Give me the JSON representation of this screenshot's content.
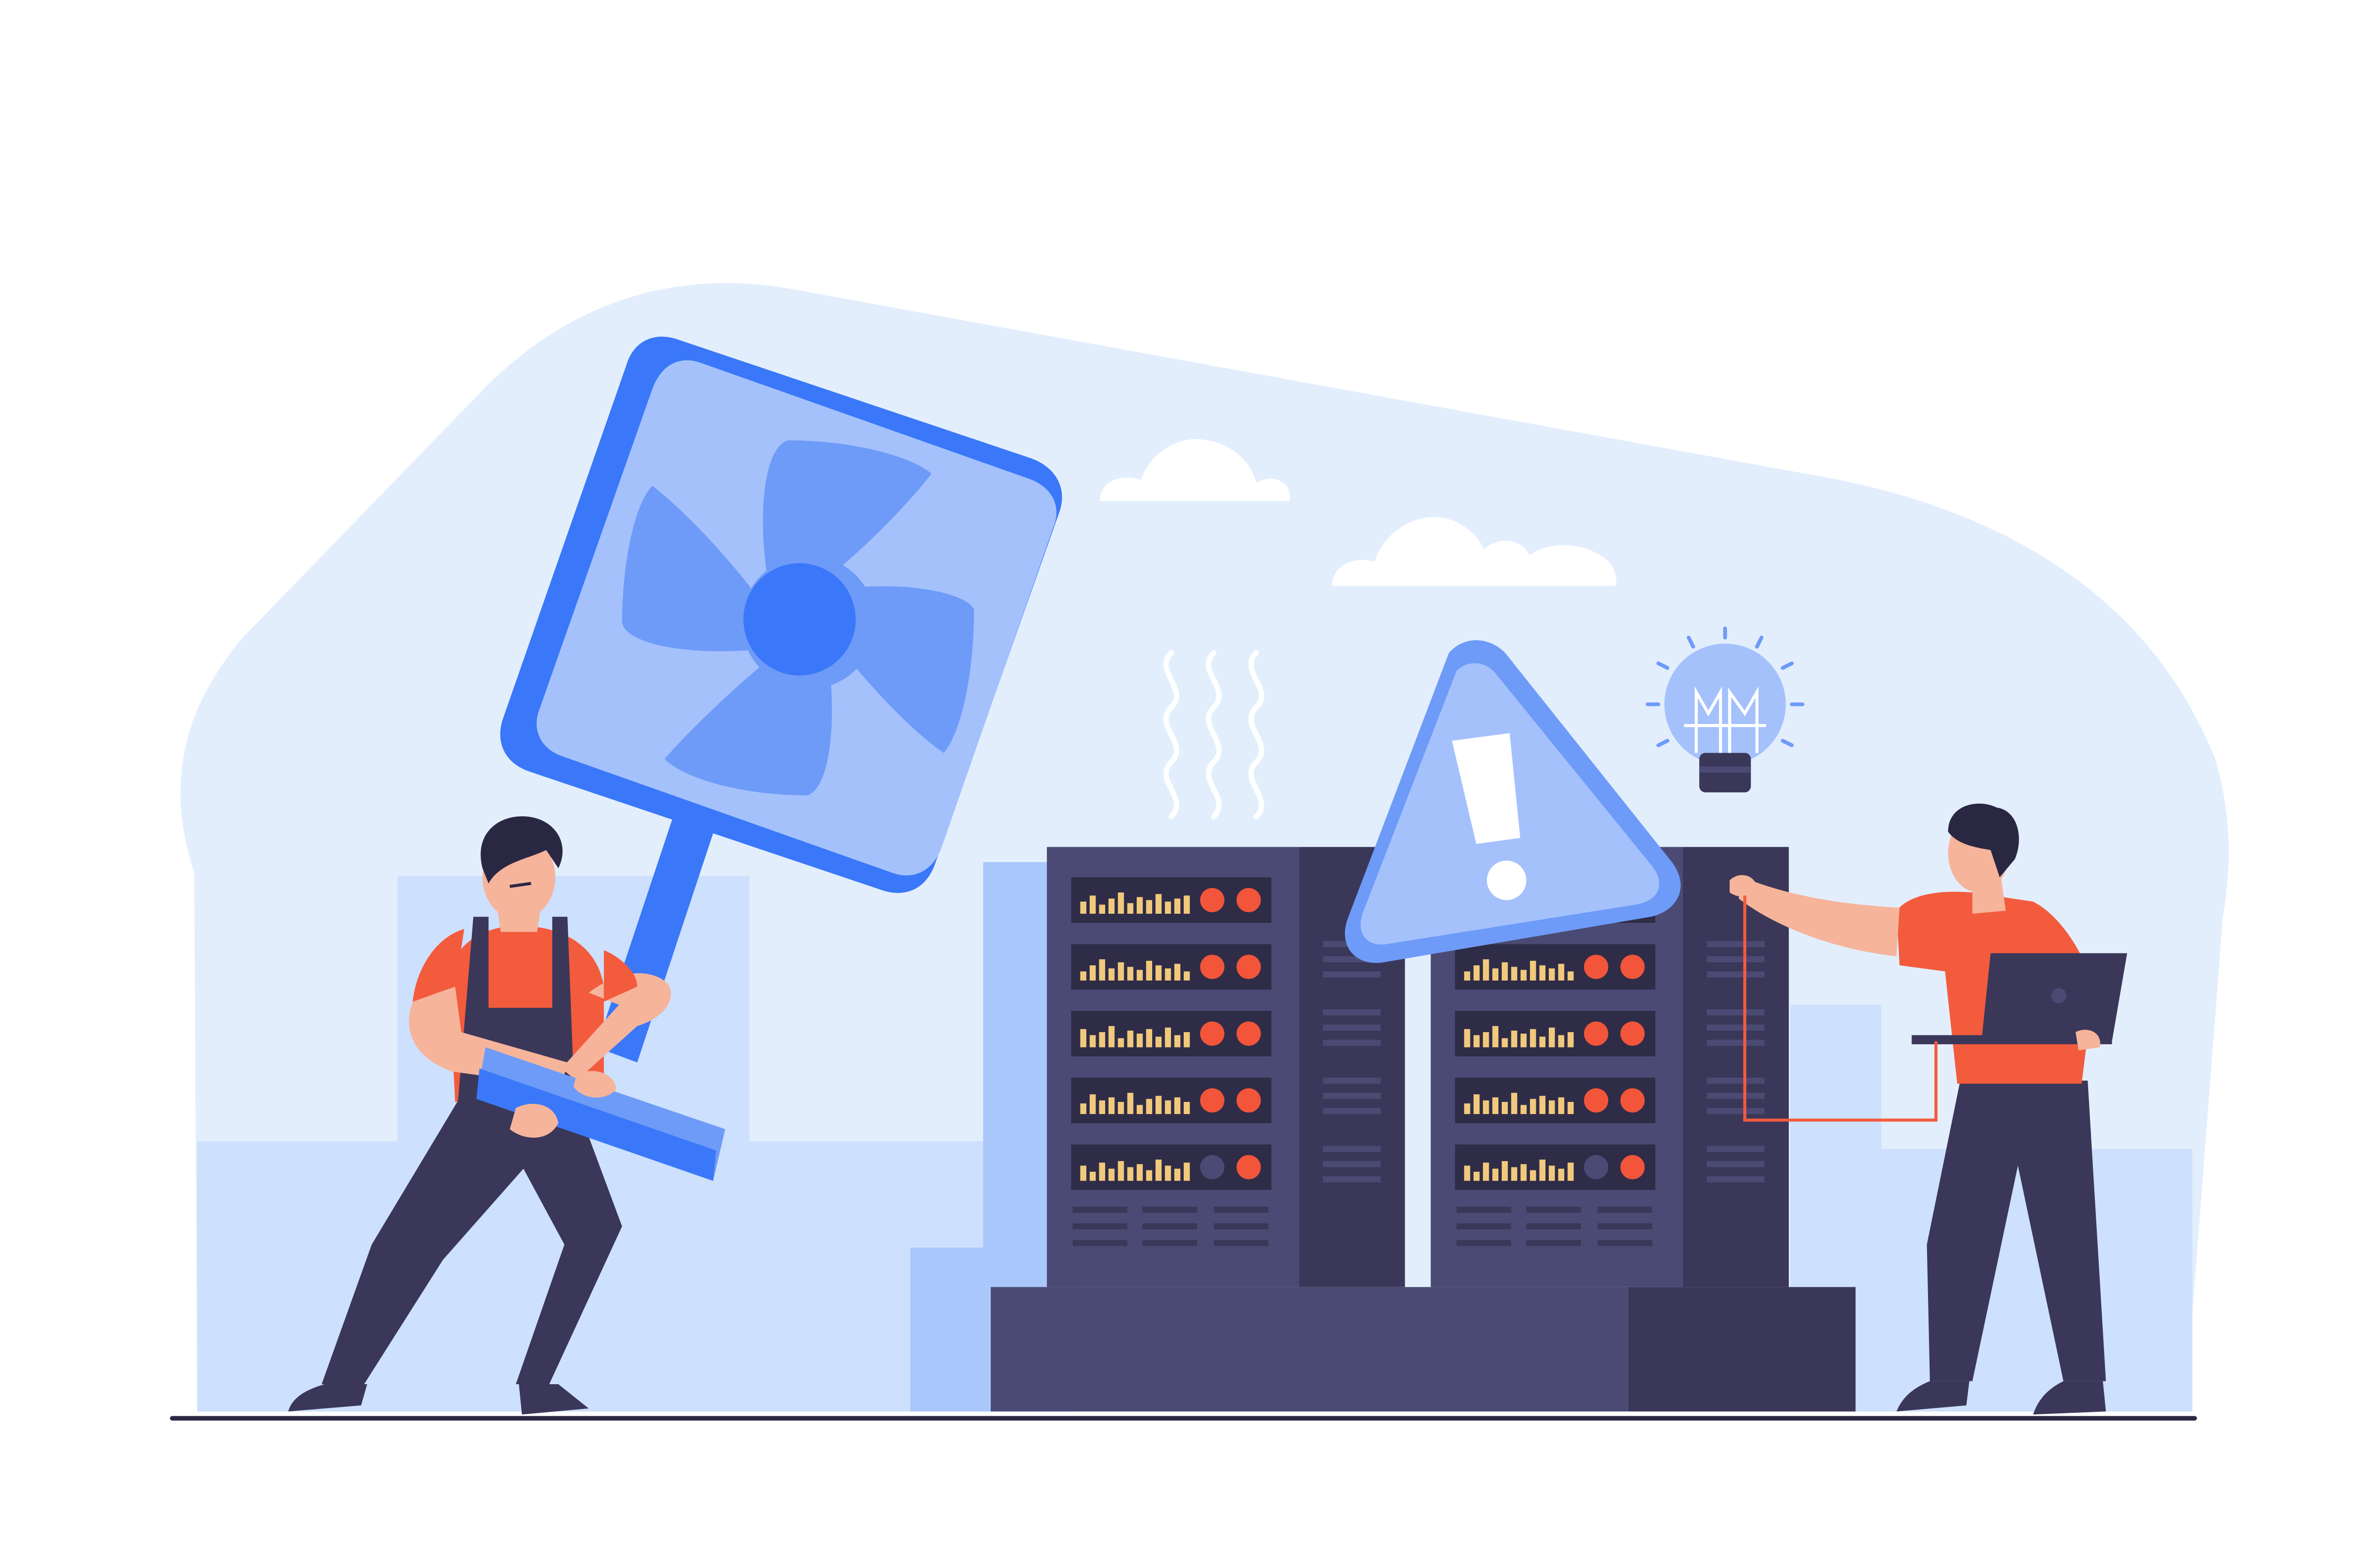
{
  "illustration": {
    "colors": {
      "background": "#ffffff",
      "backdrop_blob": "#e3eefd",
      "city_light": "#cde0fd",
      "city_mid": "#a9c7fb",
      "accent_blue": "#3a78f9",
      "fan_panel": "#a4c1fc",
      "fan_blade": "#6e9bf8",
      "server_dark": "#3a3759",
      "server_mid": "#4b4a74",
      "rack_slot": "#2f2c47",
      "led_orange": "#f2553a",
      "bar_yellow": "#f1c97c",
      "shirt_orange": "#f35b3d",
      "skin": "#f6b49b",
      "pants": "#3a3759",
      "hair": "#2a2743",
      "warning_panel": "#a4c1fc",
      "warning_border": "#6e9bf8",
      "bulb_glow": "#a4c1fc"
    },
    "elements": [
      "giant-cooling-fan",
      "worker-holding-fan",
      "server-rack-left",
      "server-rack-right",
      "warning-sign",
      "heat-waves",
      "lightbulb-icon",
      "engineer-with-laptop",
      "clouds"
    ]
  }
}
